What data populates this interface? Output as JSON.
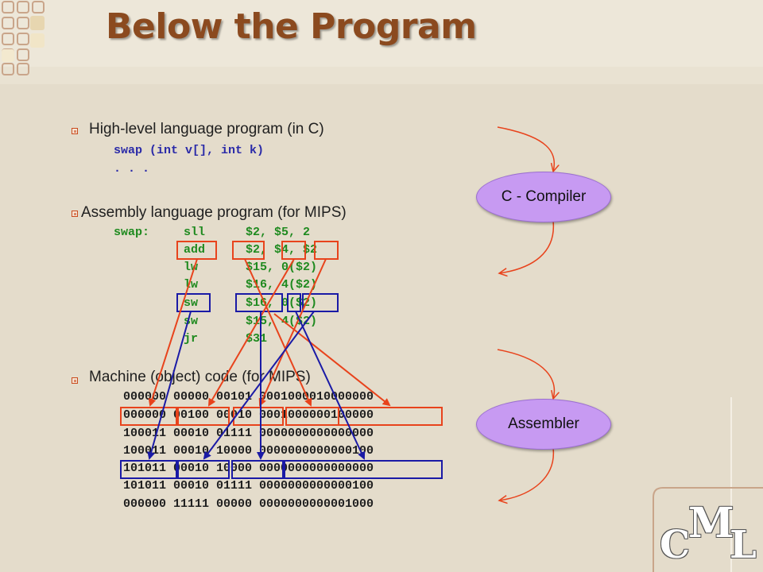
{
  "slide": {
    "title": "Below the Program",
    "sections": [
      {
        "heading": "High-level language program (in C)",
        "code": [
          "swap (int v[], int k)",
          ". . ."
        ]
      },
      {
        "heading": "Assembly language program (for MIPS)",
        "asm": [
          {
            "label": "swap:",
            "op": "sll",
            "args": "$2, $5, 2"
          },
          {
            "label": "",
            "op": "add",
            "args": "$2, $4, $2"
          },
          {
            "label": "",
            "op": "lw",
            "args": "$15, 0($2)"
          },
          {
            "label": "",
            "op": "lw",
            "args": "$16, 4($2)"
          },
          {
            "label": "",
            "op": "sw",
            "args": "$16, 0($2)"
          },
          {
            "label": "",
            "op": "sw",
            "args": "$15, 4($2)"
          },
          {
            "label": "",
            "op": "jr",
            "args": "$31"
          }
        ]
      },
      {
        "heading": "Machine (object) code (for MIPS)",
        "binary": [
          "000000 00000 00101 0001000010000000",
          "000000 00100 00010 0001000000100000",
          "100011 00010 01111 0000000000000000",
          "100011 00010 10000 0000000000000100",
          "101011 00010 10000 0000000000000000",
          "101011 00010 01111 0000000000000100",
          "000000 11111 00000 0000000000001000"
        ]
      }
    ],
    "tools": {
      "compiler": "C - Compiler",
      "assembler": "Assembler"
    },
    "logo": {
      "letters": [
        "C",
        "M",
        "L"
      ]
    },
    "colors": {
      "title": "#8b4a1f",
      "background": "#e4dccb",
      "c_code": "#2a2aa8",
      "asm_code": "#1f8a1f",
      "highlight_red": "#e8431c",
      "highlight_blue": "#1a1aa6",
      "oval_fill": "#c79af2"
    }
  }
}
